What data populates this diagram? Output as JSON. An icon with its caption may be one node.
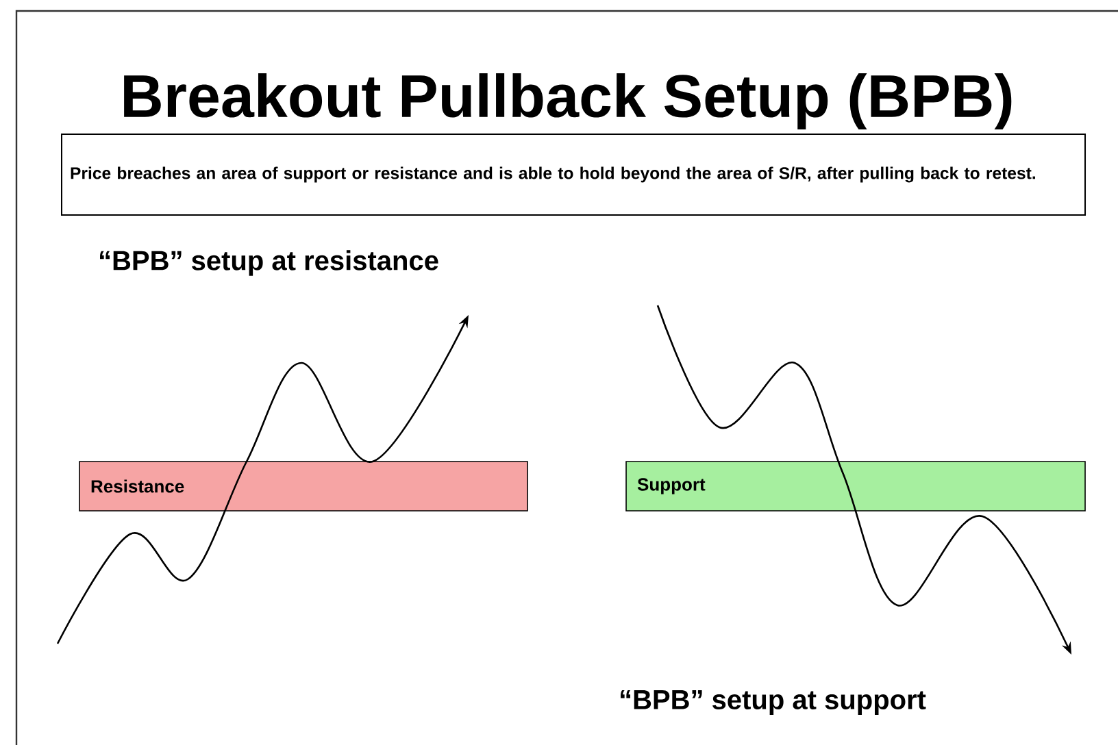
{
  "diagram": {
    "title": "Breakout Pullback Setup (BPB)",
    "nodes": [
      {
        "text": [
          "Price breaches an area of support or resistance and is able to hold beyond the area of S/R, after pulling back to retest."
        ]
      },
      {
        "text": [
          "Resistance"
        ]
      },
      {
        "text": [
          "Support"
        ]
      }
    ],
    "labels": [
      "“BPB” setup at resistance",
      "“BPB” setup at support"
    ]
  }
}
